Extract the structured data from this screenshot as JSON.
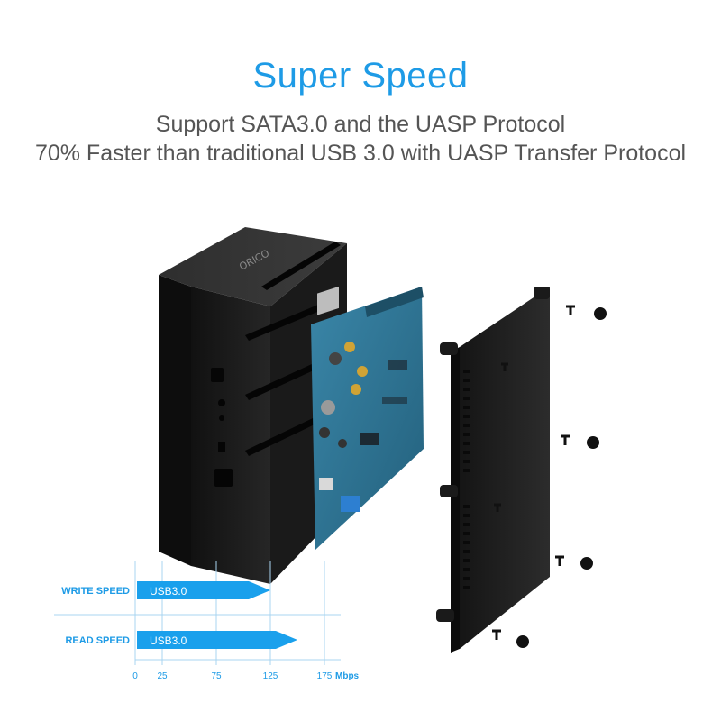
{
  "headline": "Super Speed",
  "subtitle_line1": "Support SATA3.0 and the UASP Protocol",
  "subtitle_line2": "70% Faster than traditional USB 3.0 with UASP Transfer Protocol",
  "product": {
    "brand": "ORICO"
  },
  "colors": {
    "accent": "#1e9be6",
    "bar": "#1aa0ec",
    "device": "#1c1c1c",
    "pcb": "#2b6f8c"
  },
  "chart_data": {
    "type": "bar",
    "orientation": "horizontal",
    "categories": [
      "WRITE SPEED",
      "READ SPEED"
    ],
    "bar_labels": [
      "USB3.0",
      "USB3.0"
    ],
    "values": [
      125,
      150
    ],
    "x_ticks": [
      0,
      25,
      75,
      125,
      175
    ],
    "x_unit": "Mbps",
    "xlim": [
      0,
      190
    ]
  }
}
